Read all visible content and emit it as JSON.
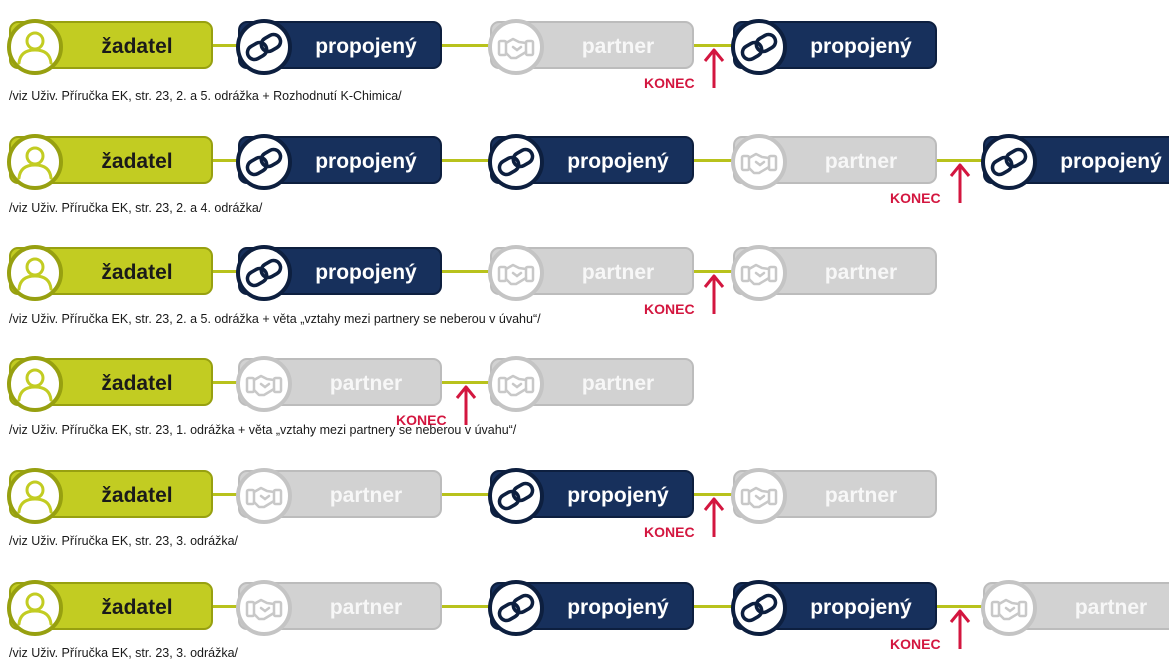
{
  "labels": {
    "zadatel": "žadatel",
    "propojeny": "propojený",
    "partner": "partner",
    "konec": "KONEC"
  },
  "colors": {
    "zadatel_fill": "#c2cc22",
    "propojeny_fill": "#17305c",
    "partner_fill": "#d2d2d2",
    "connector": "#b8c21c",
    "konec": "#d3163f"
  },
  "icons": {
    "zadatel": "person-icon",
    "propojeny": "link-icon",
    "partner": "handshake-icon"
  },
  "rows": [
    {
      "nodes": [
        "zadatel",
        "propojeny",
        "partner",
        "propojeny"
      ],
      "konec_after": 3,
      "note": "/viz Uživ. Příručka EK, str. 23, 2. a 5. odrážka + Rozhodnutí K-Chimica/"
    },
    {
      "nodes": [
        "zadatel",
        "propojeny",
        "propojeny",
        "partner",
        "propojeny"
      ],
      "konec_after": 4,
      "note": "/viz Uživ. Příručka EK, str. 23, 2. a 4. odrážka/"
    },
    {
      "nodes": [
        "zadatel",
        "propojeny",
        "partner",
        "partner"
      ],
      "konec_after": 3,
      "note": "/viz Uživ. Příručka EK, str. 23, 2. a 5. odrážka + věta „vztahy mezi partnery se neberou v úvahu“/"
    },
    {
      "nodes": [
        "zadatel",
        "partner",
        "partner"
      ],
      "konec_after": 2,
      "note": "/viz Uživ. Příručka EK, str. 23, 1. odrážka + věta „vztahy mezi partnery se neberou v úvahu“/"
    },
    {
      "nodes": [
        "zadatel",
        "partner",
        "propojeny",
        "partner"
      ],
      "konec_after": 3,
      "note": "/viz Uživ. Příručka EK, str. 23, 3. odrážka/"
    },
    {
      "nodes": [
        "zadatel",
        "partner",
        "propojeny",
        "propojeny",
        "partner"
      ],
      "konec_after": 4,
      "note": "/viz Uživ. Příručka EK, str. 23, 3. odrážka/"
    }
  ]
}
